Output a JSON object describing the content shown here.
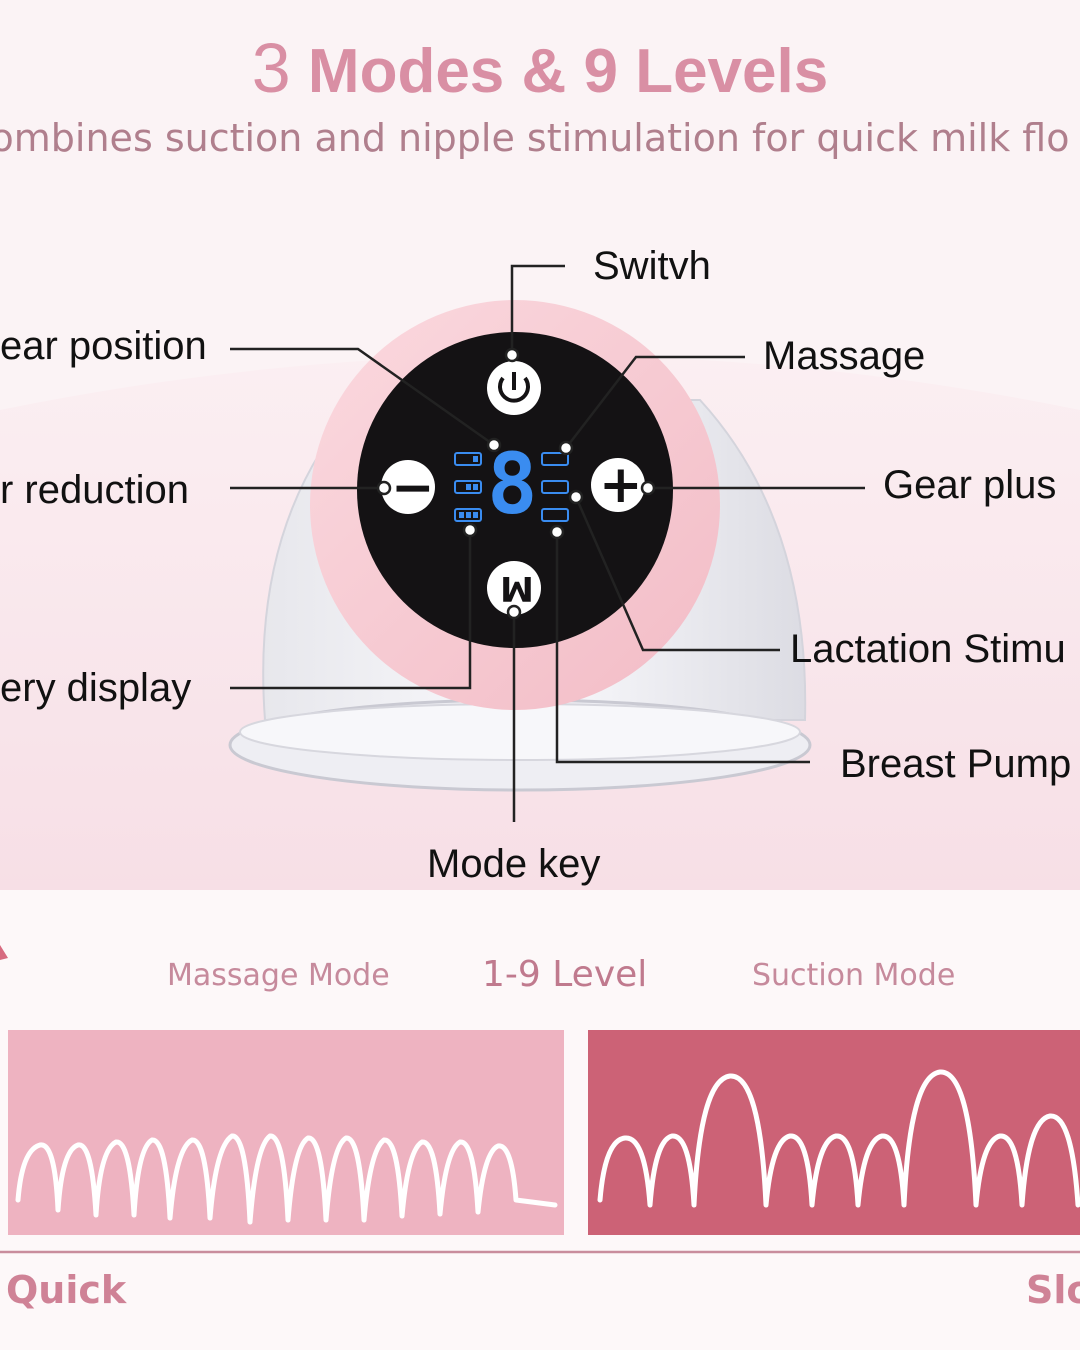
{
  "header": {
    "title_number": "3",
    "title_rest": "Modes & 9 Levels",
    "subtitle": "ombines suction and nipple stimulation for quick milk flo"
  },
  "callouts": {
    "switch": "Switvh",
    "massage": "Massage",
    "gear_position": "ear position",
    "gear_plus": "Gear plus",
    "gear_reduction": "r reduction",
    "lactation": "Lactation Stimu",
    "battery_display": "ery display",
    "breast_pump": "Breast Pump",
    "mode_key": "Mode key"
  },
  "device": {
    "display_digit": "8",
    "mode_button_glyph": "M",
    "minus_glyph": "−",
    "plus_glyph": "+"
  },
  "modes": {
    "massage_mode": "Massage Mode",
    "level": "1-9 Level",
    "suction_mode": "Suction Mode",
    "quick": "Quick",
    "slow": "Slo"
  },
  "colors": {
    "title": "#d98fa4",
    "massage_panel": "#eeb3c1",
    "suction_panel": "#cc6276",
    "display_blue": "#3a8cf0"
  }
}
